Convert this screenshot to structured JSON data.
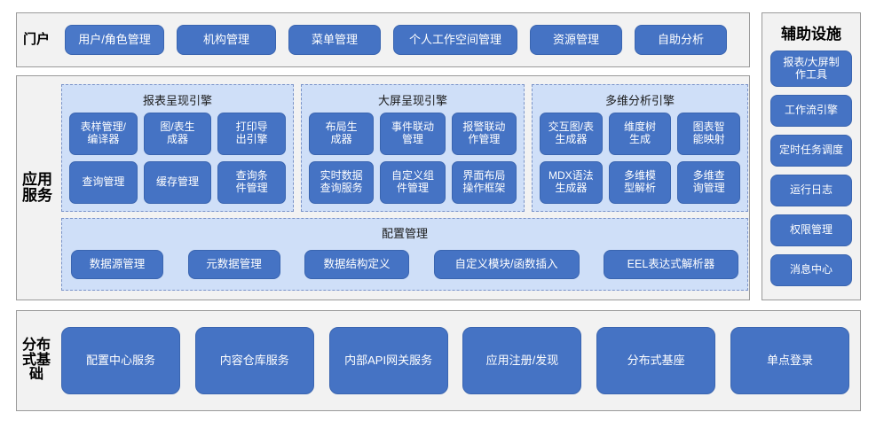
{
  "portal": {
    "label": "门户",
    "items": [
      {
        "label": "用户/角色管理"
      },
      {
        "label": "机构管理"
      },
      {
        "label": "菜单管理"
      },
      {
        "label": "个人工作空间管理"
      },
      {
        "label": "资源管理"
      },
      {
        "label": "自助分析"
      }
    ]
  },
  "aux": {
    "title": "辅助设施",
    "items": [
      {
        "label": "报表/大屏制\n作工具"
      },
      {
        "label": "工作流引擎"
      },
      {
        "label": "定时任务调度"
      },
      {
        "label": "运行日志"
      },
      {
        "label": "权限管理"
      },
      {
        "label": "消息中心"
      }
    ]
  },
  "app_services": {
    "label": "应用服务",
    "engines": [
      {
        "title": "报表呈现引擎",
        "items": [
          {
            "label": "表样管理/\n编译器"
          },
          {
            "label": "图/表生\n成器"
          },
          {
            "label": "打印导\n出引擎"
          },
          {
            "label": "查询管理"
          },
          {
            "label": "缓存管理"
          },
          {
            "label": "查询条\n件管理"
          }
        ]
      },
      {
        "title": "大屏呈现引擎",
        "items": [
          {
            "label": "布局生\n成器"
          },
          {
            "label": "事件联动\n管理"
          },
          {
            "label": "报警联动\n作管理"
          },
          {
            "label": "实时数据\n查询服务"
          },
          {
            "label": "自定义组\n件管理"
          },
          {
            "label": "界面布局\n操作框架"
          }
        ]
      },
      {
        "title": "多维分析引擎",
        "items": [
          {
            "label": "交互图/表\n生成器"
          },
          {
            "label": "维度树\n生成"
          },
          {
            "label": "图表智\n能映射"
          },
          {
            "label": "MDX语法\n生成器"
          },
          {
            "label": "多维模\n型解析"
          },
          {
            "label": "多维查\n询管理"
          }
        ]
      }
    ],
    "config": {
      "title": "配置管理",
      "items": [
        {
          "label": "数据源管理"
        },
        {
          "label": "元数据管理"
        },
        {
          "label": "数据结构定义"
        },
        {
          "label": "自定义模块/函数插入"
        },
        {
          "label": "EEL表达式解析器"
        }
      ]
    }
  },
  "distributed": {
    "label": "分布式基础",
    "items": [
      {
        "label": "配置中心服务"
      },
      {
        "label": "内容仓库服务"
      },
      {
        "label": "内部API网关服务"
      },
      {
        "label": "应用注册/发现"
      },
      {
        "label": "分布式基座"
      },
      {
        "label": "单点登录"
      }
    ]
  },
  "colors": {
    "button_blue": "#4573c4",
    "panel_fill": "#cfdff8",
    "section_bg": "#f2f2f2",
    "section_border": "#9a9a9a",
    "panel_border": "#7a93c8"
  }
}
